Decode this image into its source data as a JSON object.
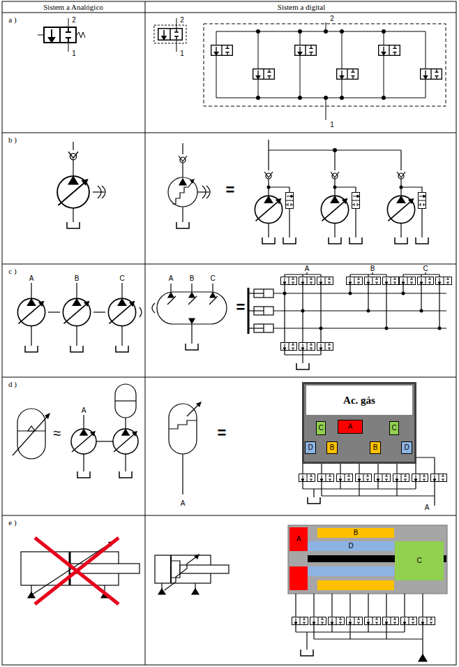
{
  "diagram": {
    "nodes": [
      {
        "text": [
          "Ac. gás"
        ]
      },
      {
        "text": [
          "C"
        ],
        "in": 0
      },
      {
        "text": [
          "A"
        ],
        "in": 0
      },
      {
        "text": [
          "C"
        ],
        "in": 0
      },
      {
        "text": [
          "D"
        ],
        "in": 0
      },
      {
        "text": [
          "B"
        ],
        "in": 0
      },
      {
        "text": [
          "B"
        ],
        "in": 0
      },
      {
        "text": [
          "D"
        ],
        "in": 0
      },
      {
        "text": [
          "A"
        ]
      },
      {
        "text": [
          "B"
        ]
      },
      {
        "text": [
          "D"
        ]
      },
      {
        "text": [
          "C"
        ]
      }
    ],
    "labels": [
      "Sistem a Analógico",
      "Sistem a digital",
      "a )",
      "2",
      "1",
      "2",
      "1",
      "2",
      "1",
      "b )",
      "=",
      "c )",
      "A",
      "B",
      "C",
      "A",
      "B",
      "C",
      "=",
      "A",
      "B",
      "C",
      "d )",
      "≈",
      "A",
      "A",
      "=",
      "A",
      "e )"
    ]
  }
}
